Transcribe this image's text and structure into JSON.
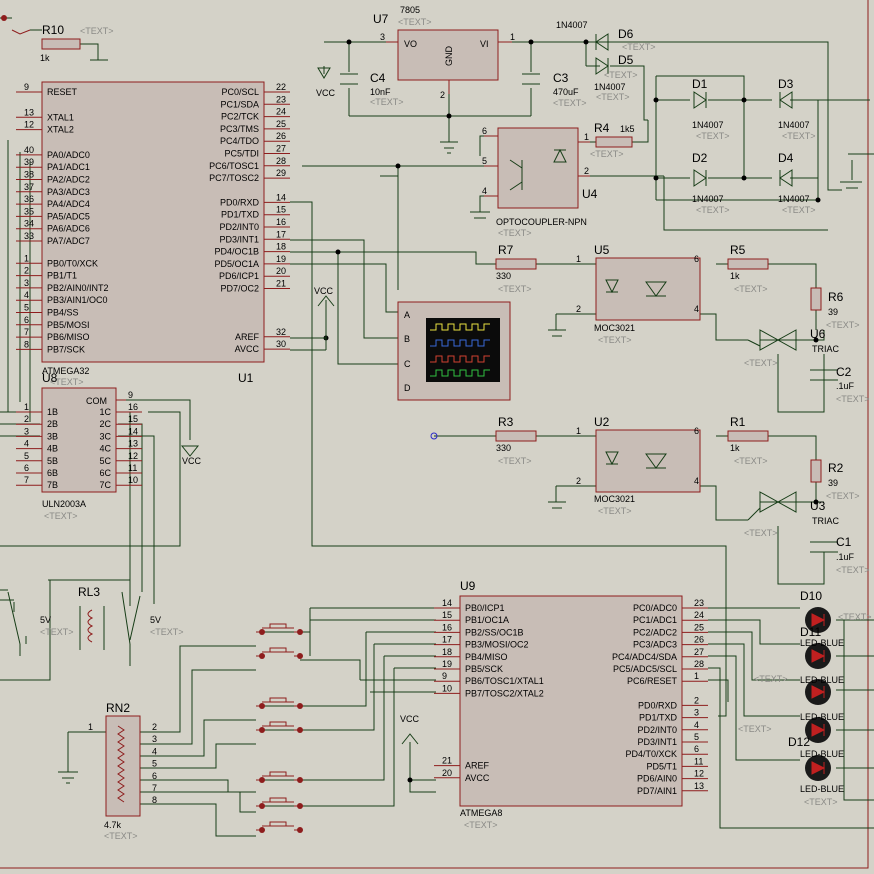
{
  "components": {
    "r10": {
      "ref": "R10",
      "value": "1k",
      "text": "<TEXT>"
    },
    "u7": {
      "ref": "U7",
      "part": "7805",
      "text": "<TEXT>",
      "pin1": "1",
      "pin2": "2",
      "pin3": "3",
      "vo": "VO",
      "vi": "VI",
      "gnd": "GND"
    },
    "d6": {
      "ref": "D6",
      "part": "1N4007",
      "text": "<TEXT>"
    },
    "d5": {
      "ref": "D5",
      "part": "1N4007",
      "text": "<TEXT>"
    },
    "d1": {
      "ref": "D1",
      "part": "1N4007",
      "text": "<TEXT>"
    },
    "d2": {
      "ref": "D2",
      "part": "1N4007",
      "text": "<TEXT>"
    },
    "d3": {
      "ref": "D3",
      "part": "1N4007",
      "text": "<TEXT>"
    },
    "d4": {
      "ref": "D4",
      "part": "1N4007",
      "text": "<TEXT>"
    },
    "c4": {
      "ref": "C4",
      "value": "10nF",
      "text": "<TEXT>"
    },
    "c3": {
      "ref": "C3",
      "value": "470uF",
      "text": "<TEXT>"
    },
    "r4": {
      "ref": "R4",
      "value": "1k5",
      "text": "<TEXT>"
    },
    "u4": {
      "ref": "U4",
      "part": "OPTOCOUPLER-NPN",
      "text": "<TEXT>",
      "p1": "1",
      "p2": "2",
      "p4": "4",
      "p5": "5",
      "p6": "6"
    },
    "r7": {
      "ref": "R7",
      "value": "330",
      "text": "<TEXT>"
    },
    "u5": {
      "ref": "U5",
      "part": "MOC3021",
      "text": "<TEXT>",
      "p1": "1",
      "p2": "2",
      "p4": "4",
      "p6": "6"
    },
    "r5": {
      "ref": "R5",
      "value": "1k",
      "text": "<TEXT>"
    },
    "r6": {
      "ref": "R6",
      "value": "39",
      "text": "<TEXT>"
    },
    "u6": {
      "ref": "U6",
      "part": "TRIAC",
      "text": "<TEXT>"
    },
    "c2": {
      "ref": "C2",
      "value": ".1uF",
      "text": "<TEXT>"
    },
    "r3": {
      "ref": "R3",
      "value": "330",
      "text": "<TEXT>"
    },
    "u2": {
      "ref": "U2",
      "part": "MOC3021",
      "text": "<TEXT>",
      "p1": "1",
      "p2": "2",
      "p4": "4",
      "p6": "6"
    },
    "r1": {
      "ref": "R1",
      "value": "1k",
      "text": "<TEXT>"
    },
    "r2": {
      "ref": "R2",
      "value": "39",
      "text": "<TEXT>"
    },
    "u3": {
      "ref": "U3",
      "part": "TRIAC",
      "text": "<TEXT>"
    },
    "c1": {
      "ref": "C1",
      "value": ".1uF",
      "text": "<TEXT>"
    },
    "u1": {
      "ref": "U1",
      "part": "ATMEGA32",
      "text": "<TEXT>"
    },
    "u8": {
      "ref": "U8",
      "part": "ULN2003A",
      "text": "<TEXT>",
      "com": "COM",
      "com_pin": "9"
    },
    "rl3": {
      "ref": "RL3",
      "value_left": "5V",
      "value_right": "5V",
      "text": "<TEXT>"
    },
    "rn2": {
      "ref": "RN2",
      "value": "4.7k",
      "text": "<TEXT>",
      "pin1": "1",
      "pins": [
        "2",
        "3",
        "4",
        "5",
        "6",
        "7",
        "8"
      ]
    },
    "u9": {
      "ref": "U9",
      "part": "ATMEGA8",
      "text": "<TEXT>"
    },
    "d10": {
      "ref": "D10",
      "part": "LED-BLUE",
      "text": "<TEXT>"
    },
    "d11": {
      "ref": "D11",
      "part": "LED-BLUE",
      "text": "<TEXT>"
    },
    "d12": {
      "ref": "D12",
      "part": "LED-BLUE",
      "text": "<TEXT>"
    },
    "led_parts": [
      "LED-BLUE",
      "LED-BLUE",
      "LED-BLUE"
    ]
  },
  "power": {
    "vcc": "VCC"
  },
  "scope": {
    "channels": [
      "A",
      "B",
      "C",
      "D"
    ]
  },
  "u1_left_pins": [
    {
      "num": "9",
      "name": "RESET"
    },
    {
      "num": "13",
      "name": "XTAL1"
    },
    {
      "num": "12",
      "name": "XTAL2"
    },
    {
      "num": "40",
      "name": "PA0/ADC0"
    },
    {
      "num": "39",
      "name": "PA1/ADC1"
    },
    {
      "num": "38",
      "name": "PA2/ADC2"
    },
    {
      "num": "37",
      "name": "PA3/ADC3"
    },
    {
      "num": "36",
      "name": "PA4/ADC4"
    },
    {
      "num": "35",
      "name": "PA5/ADC5"
    },
    {
      "num": "34",
      "name": "PA6/ADC6"
    },
    {
      "num": "33",
      "name": "PA7/ADC7"
    },
    {
      "num": "1",
      "name": "PB0/T0/XCK"
    },
    {
      "num": "2",
      "name": "PB1/T1"
    },
    {
      "num": "3",
      "name": "PB2/AIN0/INT2"
    },
    {
      "num": "4",
      "name": "PB3/AIN1/OC0"
    },
    {
      "num": "5",
      "name": "PB4/SS"
    },
    {
      "num": "6",
      "name": "PB5/MOSI"
    },
    {
      "num": "7",
      "name": "PB6/MISO"
    },
    {
      "num": "8",
      "name": "PB7/SCK"
    }
  ],
  "u1_right_pins": [
    {
      "num": "22",
      "name": "PC0/SCL"
    },
    {
      "num": "23",
      "name": "PC1/SDA"
    },
    {
      "num": "24",
      "name": "PC2/TCK"
    },
    {
      "num": "25",
      "name": "PC3/TMS"
    },
    {
      "num": "26",
      "name": "PC4/TDO"
    },
    {
      "num": "27",
      "name": "PC5/TDI"
    },
    {
      "num": "28",
      "name": "PC6/TOSC1"
    },
    {
      "num": "29",
      "name": "PC7/TOSC2"
    },
    {
      "num": "14",
      "name": "PD0/RXD"
    },
    {
      "num": "15",
      "name": "PD1/TXD"
    },
    {
      "num": "16",
      "name": "PD2/INT0"
    },
    {
      "num": "17",
      "name": "PD3/INT1"
    },
    {
      "num": "18",
      "name": "PD4/OC1B"
    },
    {
      "num": "19",
      "name": "PD5/OC1A"
    },
    {
      "num": "20",
      "name": "PD6/ICP1"
    },
    {
      "num": "21",
      "name": "PD7/OC2"
    },
    {
      "num": "32",
      "name": "AREF"
    },
    {
      "num": "30",
      "name": "AVCC"
    }
  ],
  "u8_left": [
    {
      "num": "1",
      "name": "1B"
    },
    {
      "num": "2",
      "name": "2B"
    },
    {
      "num": "3",
      "name": "3B"
    },
    {
      "num": "4",
      "name": "4B"
    },
    {
      "num": "5",
      "name": "5B"
    },
    {
      "num": "6",
      "name": "6B"
    },
    {
      "num": "7",
      "name": "7B"
    }
  ],
  "u8_right": [
    {
      "num": "16",
      "name": "1C"
    },
    {
      "num": "15",
      "name": "2C"
    },
    {
      "num": "14",
      "name": "3C"
    },
    {
      "num": "13",
      "name": "4C"
    },
    {
      "num": "12",
      "name": "5C"
    },
    {
      "num": "11",
      "name": "6C"
    },
    {
      "num": "10",
      "name": "7C"
    }
  ],
  "u9_left": [
    {
      "num": "14",
      "name": "PB0/ICP1"
    },
    {
      "num": "15",
      "name": "PB1/OC1A"
    },
    {
      "num": "16",
      "name": "PB2/SS/OC1B"
    },
    {
      "num": "17",
      "name": "PB3/MOSI/OC2"
    },
    {
      "num": "18",
      "name": "PB4/MISO"
    },
    {
      "num": "19",
      "name": "PB5/SCK"
    },
    {
      "num": "9",
      "name": "PB6/TOSC1/XTAL1"
    },
    {
      "num": "10",
      "name": "PB7/TOSC2/XTAL2"
    },
    {
      "num": "21",
      "name": "AREF"
    },
    {
      "num": "20",
      "name": "AVCC"
    }
  ],
  "u9_right": [
    {
      "num": "23",
      "name": "PC0/ADC0"
    },
    {
      "num": "24",
      "name": "PC1/ADC1"
    },
    {
      "num": "25",
      "name": "PC2/ADC2"
    },
    {
      "num": "26",
      "name": "PC3/ADC3"
    },
    {
      "num": "27",
      "name": "PC4/ADC4/SDA"
    },
    {
      "num": "28",
      "name": "PC5/ADC5/SCL"
    },
    {
      "num": "1",
      "name": "PC6/RESET"
    },
    {
      "num": "2",
      "name": "PD0/RXD"
    },
    {
      "num": "3",
      "name": "PD1/TXD"
    },
    {
      "num": "4",
      "name": "PD2/INT0"
    },
    {
      "num": "5",
      "name": "PD3/INT1"
    },
    {
      "num": "6",
      "name": "PD4/T0/XCK"
    },
    {
      "num": "11",
      "name": "PD5/T1"
    },
    {
      "num": "12",
      "name": "PD6/AIN0"
    },
    {
      "num": "13",
      "name": "PD7/AIN1"
    }
  ],
  "colors": {
    "wire": "#173d17",
    "pin": "#8e1d1d",
    "body": "#c8bdb6",
    "muted": "#8a8a86",
    "background": "#d4d2c8"
  }
}
